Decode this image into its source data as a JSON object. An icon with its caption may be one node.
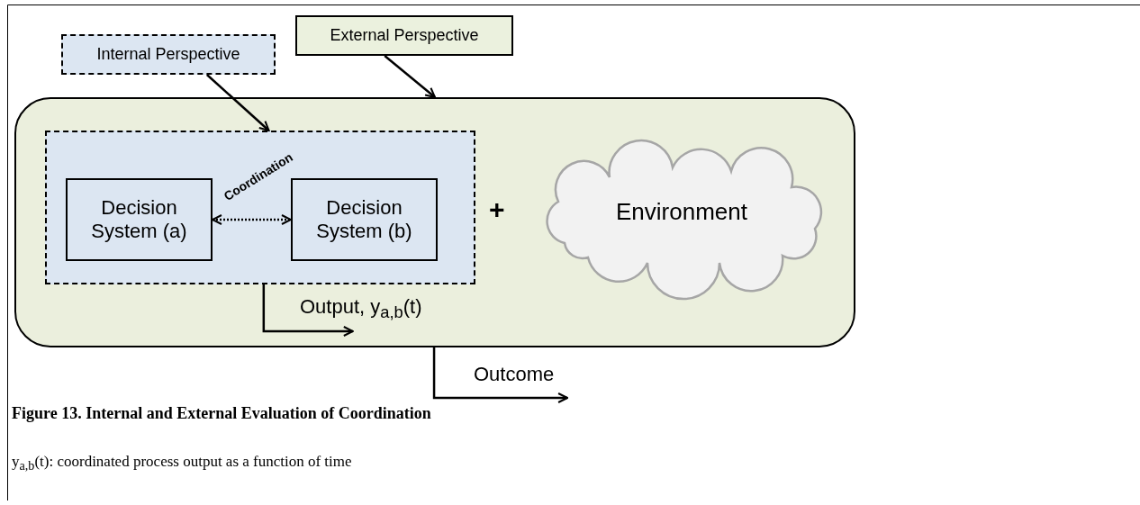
{
  "diagram": {
    "caption": "Figure 13. Internal and External Evaluation of Coordination",
    "nodes": [
      {
        "text": [
          "Internal Perspective"
        ]
      },
      {
        "text": [
          "External Perspective"
        ]
      },
      {
        "text": [],
        "shape": "box"
      },
      {
        "text": [],
        "shape": "box",
        "in": 2
      },
      {
        "text": [
          "Decision System (a)"
        ],
        "in": 3
      },
      {
        "text": [
          "Decision System (b)"
        ],
        "in": 3
      },
      {
        "text": [
          "Environment"
        ],
        "in": 2
      }
    ],
    "edges": [
      {
        "from": 0,
        "to": 3,
        "arrow": "to"
      },
      {
        "from": 1,
        "to": 2,
        "arrow": "to"
      },
      {
        "from": 4,
        "to": 5,
        "arrow": "both",
        "style": "dashed",
        "label": "Coordination"
      },
      {
        "from": 3,
        "to": null,
        "arrow": "to",
        "label": "Output, y$_{a,b}$(t)"
      },
      {
        "from": 2,
        "to": null,
        "arrow": "to",
        "label": "Outcome"
      }
    ],
    "labels": [
      "+",
      "y$_{a,b}$(t): coordinated process output as a function of time"
    ]
  }
}
